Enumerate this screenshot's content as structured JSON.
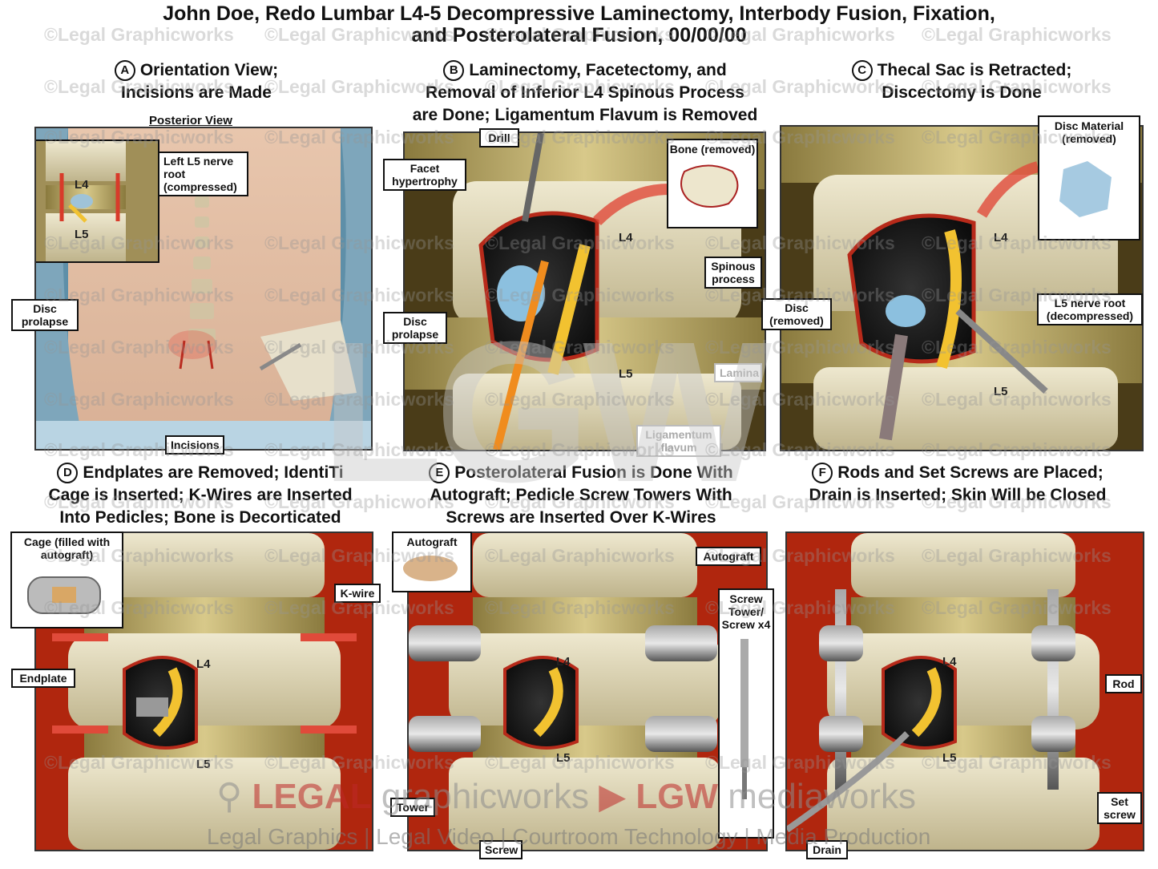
{
  "title": {
    "line1": "John Doe, Redo Lumbar L4-5 Decompressive Laminectomy, Interbody Fusion, Fixation,",
    "line2": "and Posterolateral Fusion, 00/00/00"
  },
  "watermark": "©Legal Graphicworks",
  "panels": [
    {
      "letter": "A",
      "heading_line1": "Orientation View;",
      "heading_line2": "Incisions are Made",
      "labels": {
        "view": "Posterior View",
        "nerve": "Left L5 nerve root (compressed)",
        "prolapse": "Disc prolapse",
        "incisions": "Incisions",
        "l4": "L4",
        "l5": "L5"
      }
    },
    {
      "letter": "B",
      "heading_line1": "Laminectomy, Facetectomy, and",
      "heading_line2": "Removal of Inferior L4 Spinous Process",
      "heading_line3": "are Done; Ligamentum Flavum is Removed",
      "labels": {
        "drill": "Drill",
        "facet": "Facet hypertrophy",
        "bone": "Bone (removed)",
        "spinous": "Spinous process",
        "prolapse": "Disc prolapse",
        "lamina": "Lamina",
        "flavum": "Ligamentum flavum",
        "l4": "L4",
        "l5": "L5"
      }
    },
    {
      "letter": "C",
      "heading_line1": "Thecal Sac is Retracted;",
      "heading_line2": "Discectomy is Done",
      "labels": {
        "disc_material": "Disc Material (removed)",
        "disc": "Disc (removed)",
        "nerve": "L5 nerve root (decompressed)",
        "l4": "L4",
        "l5": "L5"
      }
    },
    {
      "letter": "D",
      "heading_line1": "Endplates are Removed; IdentiTi",
      "heading_line2": "Cage is Inserted; K-Wires are Inserted",
      "heading_line3": "Into Pedicles; Bone is Decorticated",
      "labels": {
        "cage": "Cage (filled with autograft)",
        "kwire": "K-wire",
        "endplate": "Endplate",
        "l4": "L4",
        "l5": "L5"
      }
    },
    {
      "letter": "E",
      "heading_line1": "Posterolateral Fusion is Done With",
      "heading_line2": "Autograft; Pedicle Screw Towers With",
      "heading_line3": "Screws are Inserted Over K-Wires",
      "labels": {
        "autograft_box": "Autograft",
        "autograft": "Autograft",
        "screw_tower": "Screw Tower/ Screw x4",
        "tower": "Tower",
        "screw": "Screw",
        "l4": "L4",
        "l5": "L5"
      }
    },
    {
      "letter": "F",
      "heading_line1": "Rods and Set Screws are Placed;",
      "heading_line2": "Drain is Inserted; Skin Will be Closed",
      "labels": {
        "rod": "Rod",
        "set_screw": "Set screw",
        "drain": "Drain",
        "l4": "L4",
        "l5": "L5"
      }
    }
  ],
  "footer": {
    "logo_legal": "LEGAL",
    "logo_graphicworks": "graphicworks",
    "logo_lgw": "LGW",
    "logo_mediaworks": "mediaworks",
    "tagline": "Legal Graphics | Legal Video | Courtroom Technology | Media Production"
  },
  "big_watermark": "LGW"
}
